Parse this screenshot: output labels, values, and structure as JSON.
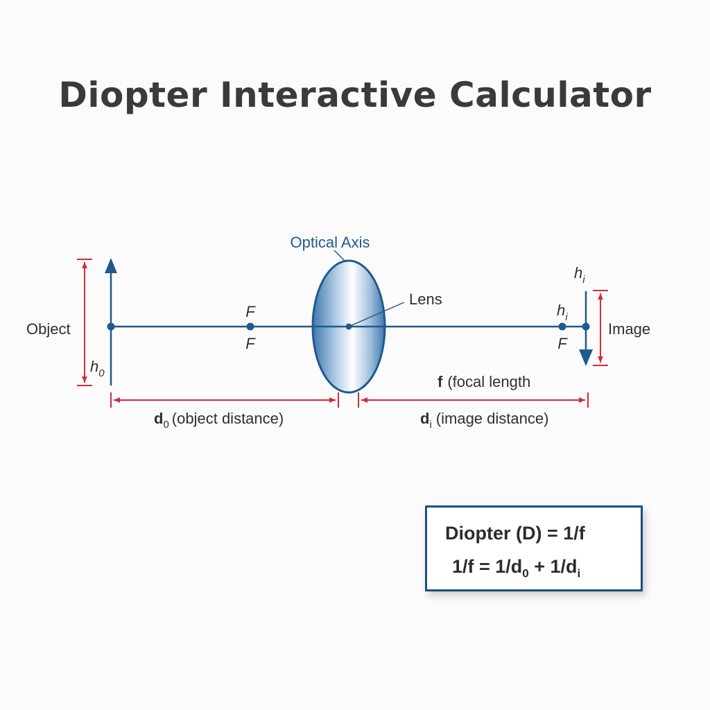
{
  "title": "Diopter Interactive Calculator",
  "labels": {
    "optical_axis": "Optical Axis",
    "lens": "Lens",
    "object": "Object",
    "image": "Image",
    "focal_point": "F",
    "object_height_base": "h",
    "object_height_sub": "0",
    "image_height_base": "h",
    "image_height_sub": "i",
    "focal_length": "(focal length",
    "focal_length_symbol": "f",
    "object_distance_symbol": "d",
    "object_distance_sub": "0",
    "object_distance_text": "(object distance)",
    "image_distance_symbol": "d",
    "image_distance_sub": "i",
    "image_distance_text": "(image distance)"
  },
  "formula": {
    "line1": "Diopter (D) = 1/f",
    "line2_a": "1/f = 1/d",
    "line2_sub_a": "0",
    "line2_b": " + 1/d",
    "line2_sub_b": "i"
  },
  "colors": {
    "axis_blue": "#1f5a8c",
    "dimension_red": "#d9283a",
    "box_border": "#1d4e80",
    "text": "#2f2f2f"
  }
}
